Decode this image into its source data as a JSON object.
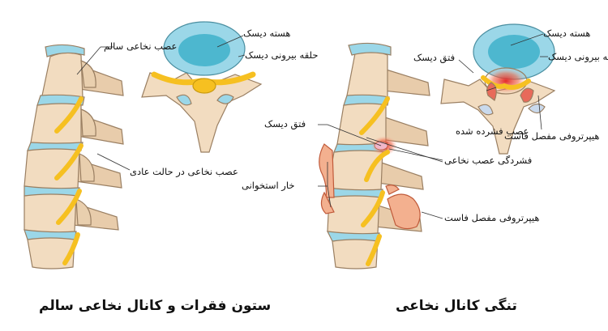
{
  "left": {
    "caption": "ستون فقرات و کانال نخاعی سالم",
    "labels": {
      "healthy_nerve": "عصب نخاعی سالم",
      "disc_nucleus": "هسته دیسک",
      "disc_outer_ring": "حلقه بیرونی دیسک",
      "normal_nerve": "عصب نخاعی در حالت عادی"
    }
  },
  "right": {
    "caption": "تنگی کانال نخاعی",
    "labels": {
      "disc_nucleus": "هسته دیسک",
      "disc_herniation_top": "فتق دیسک",
      "disc_outer_ring": "حلقه بیرونی دیسک",
      "compressed_nerve": "عصب فشرده شده",
      "facet_hypertrophy_top": "هیپرتروفی مفصل فاست",
      "disc_herniation": "فتق دیسک",
      "nerve_compression": "فشردگی عصب نخاعی",
      "bone_spur": "خار استخوانی",
      "facet_hypertrophy": "هیپرتروفی مفصل فاست"
    }
  },
  "colors": {
    "bone": "#f2dcc0",
    "bone_outline": "#9a7f62",
    "disc": "#9bd7e8",
    "disc_nucleus": "#4db7cf",
    "nerve": "#f6c021",
    "inflammation": "#e8483c",
    "line": "#333333"
  }
}
